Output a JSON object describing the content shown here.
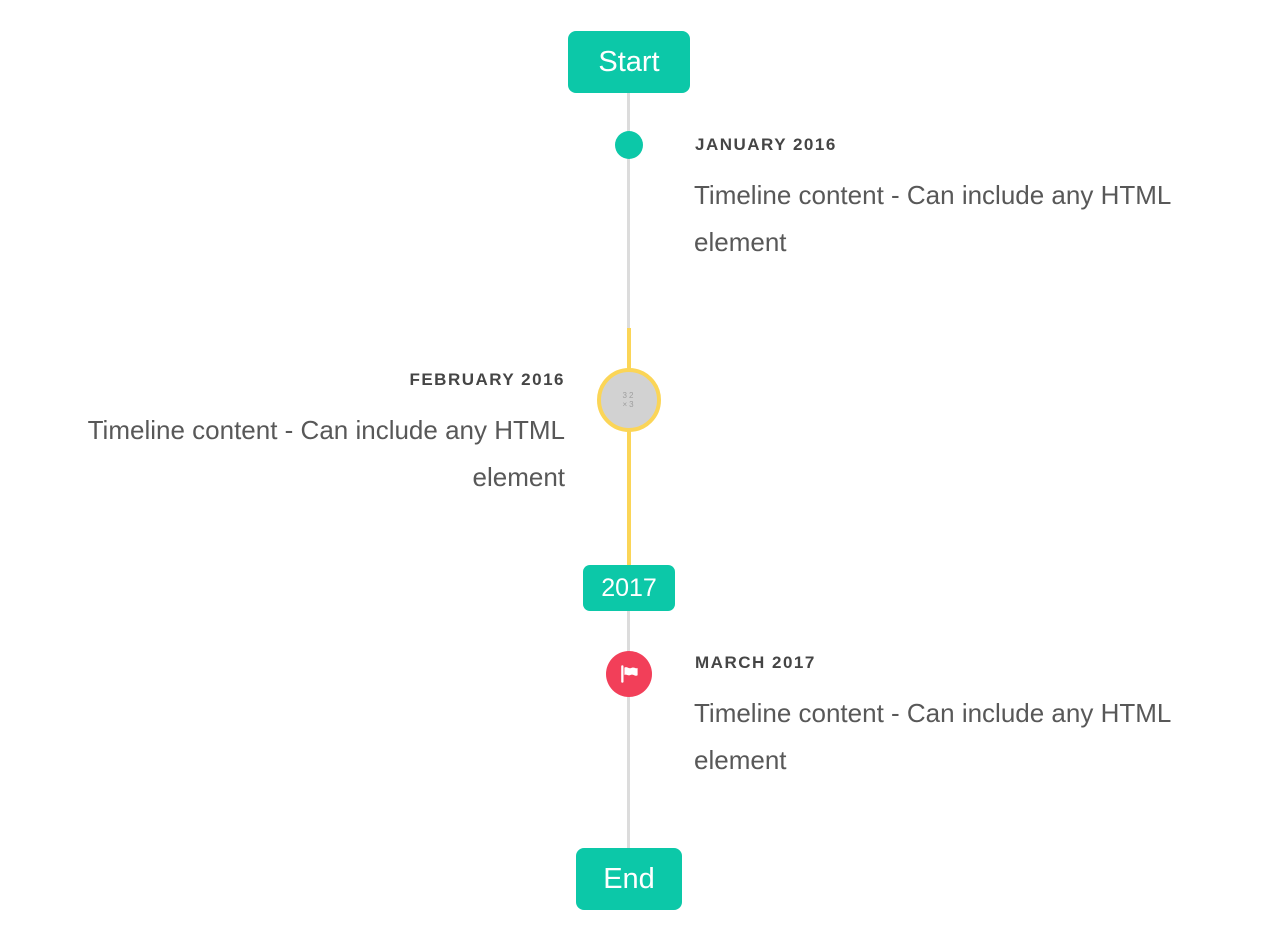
{
  "timeline": {
    "colors": {
      "accent": "#0cc8a8",
      "highlight": "#fbd557",
      "flag": "#f23f59",
      "line": "#dcdcdc",
      "node_fill": "#d2d2d2",
      "label_color": "#454545",
      "content_color": "#585858",
      "badge_text": "#ffffff",
      "placeholder_text": "#9e9e9e"
    },
    "start_label": "Start",
    "end_label": "End",
    "year_badge": "2017",
    "items": [
      {
        "date": "JANUARY 2016",
        "content": "Timeline content - Can include any HTML element",
        "side": "right",
        "marker": "dot"
      },
      {
        "date": "FEBRUARY 2016",
        "content": "Timeline content - Can include any HTML element",
        "side": "left",
        "marker": "broken-image",
        "placeholder_line1": "32",
        "placeholder_line2": "×3"
      },
      {
        "date": "MARCH 2017",
        "content": "Timeline content - Can include any HTML element",
        "side": "right",
        "marker": "flag-icon"
      }
    ]
  }
}
